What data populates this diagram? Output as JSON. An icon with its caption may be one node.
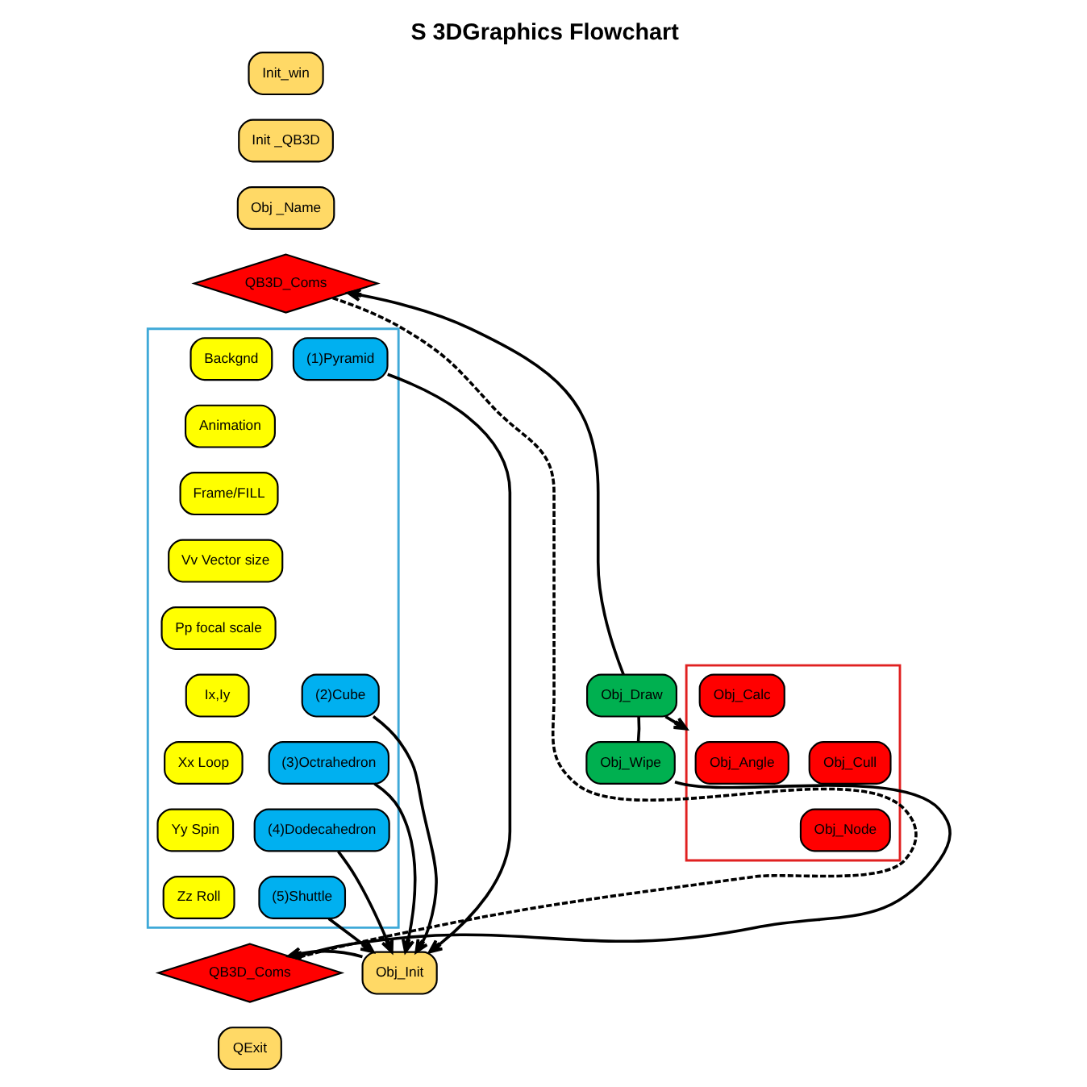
{
  "diagram": {
    "title": "S 3DGraphics Flowchart",
    "nodes": [
      {
        "text": [
          "Init_win"
        ]
      },
      {
        "text": [
          "Init _QB3D"
        ]
      },
      {
        "text": [
          "Obj _Name"
        ]
      },
      {
        "text": [
          "QB3D_Coms"
        ]
      },
      {
        "text": [],
        "shape": "box"
      },
      {
        "text": [
          "Backgnd"
        ],
        "in": 4
      },
      {
        "text": [
          "Animation"
        ],
        "in": 4
      },
      {
        "text": [
          "Frame/FILL"
        ],
        "in": 4
      },
      {
        "text": [
          "Vv Vector size"
        ],
        "in": 4
      },
      {
        "text": [
          "Pp focal scale"
        ],
        "in": 4
      },
      {
        "text": [
          "Ix,Iy"
        ],
        "in": 4
      },
      {
        "text": [
          "Xx Loop"
        ],
        "in": 4
      },
      {
        "text": [
          "Yy Spin"
        ],
        "in": 4
      },
      {
        "text": [
          "Zz Roll"
        ],
        "in": 4
      },
      {
        "text": [
          "(1)Pyramid"
        ],
        "in": 4
      },
      {
        "text": [
          "(2)Cube"
        ],
        "in": 4
      },
      {
        "text": [
          "(3)Octrahedron"
        ],
        "in": 4
      },
      {
        "text": [
          "(4)Dodecahedron"
        ],
        "in": 4
      },
      {
        "text": [
          "(5)Shuttle"
        ],
        "in": 4
      },
      {
        "text": [
          "Obj_Init"
        ]
      },
      {
        "text": [
          "QB3D_Coms"
        ]
      },
      {
        "text": [
          "QExit"
        ]
      },
      {
        "text": [
          "Obj_Draw"
        ]
      },
      {
        "text": [
          "Obj_Wipe"
        ]
      },
      {
        "text": [],
        "shape": "box"
      },
      {
        "text": [
          "Obj_Angle"
        ],
        "in": 24
      },
      {
        "text": [
          "Obj_Calc"
        ],
        "in": 24
      },
      {
        "text": [
          "Obj_Cull"
        ],
        "in": 24
      },
      {
        "text": [
          "Obj_Node"
        ],
        "in": 24
      }
    ],
    "edges": [
      {
        "from": 14,
        "to": 19,
        "arrow": "to"
      },
      {
        "from": 15,
        "to": 19,
        "arrow": "to"
      },
      {
        "from": 16,
        "to": 19,
        "arrow": "to"
      },
      {
        "from": 17,
        "to": 19,
        "arrow": "to"
      },
      {
        "from": 18,
        "to": 19,
        "arrow": "to"
      },
      {
        "from": 19,
        "to": 20,
        "arrow": "to"
      },
      {
        "from": 3,
        "to": 20,
        "arrow": "none",
        "style": "dashed"
      },
      {
        "from": 20,
        "to": 23,
        "arrow": "none"
      },
      {
        "from": 23,
        "to": 22,
        "arrow": "none"
      },
      {
        "from": 22,
        "to": 3,
        "arrow": "to"
      },
      {
        "from": 22,
        "to": 24,
        "arrow": "to"
      }
    ]
  }
}
